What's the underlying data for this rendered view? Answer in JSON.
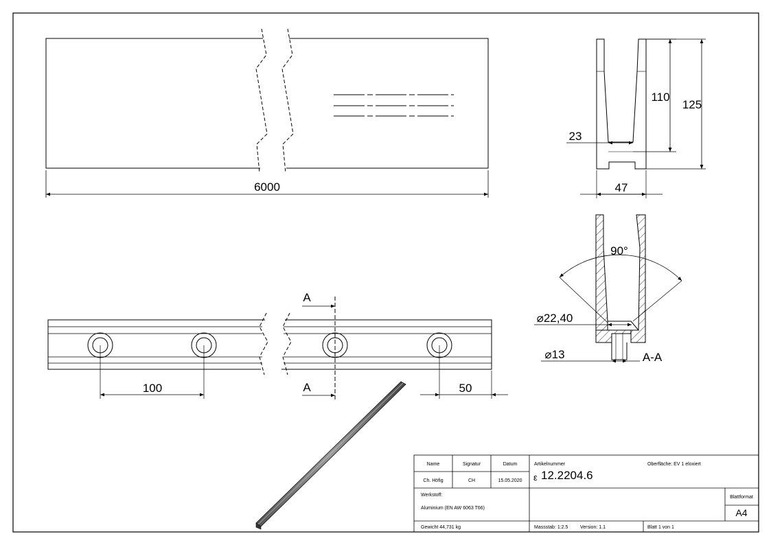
{
  "views": {
    "top": {
      "length_label": "6000"
    },
    "end": {
      "height_inner": "110",
      "height_total": "125",
      "slot_width": "23",
      "width": "47"
    },
    "section": {
      "angle": "90°",
      "dia_large": "⌀22,40",
      "dia_small": "⌀13",
      "section_label": "A-A",
      "cut_label_top": "A",
      "cut_label_bottom": "A"
    },
    "side": {
      "pitch": "100",
      "edge": "50"
    }
  },
  "title_block": {
    "headers": {
      "name": "Name",
      "signature": "Signatur",
      "date": "Datum"
    },
    "name": "Ch. Höfig",
    "signature": "CH",
    "date": "15.05.2020",
    "article_label": "Artikelnummer",
    "article_prefix": "ε",
    "article_number": "12.2204.6",
    "surface": "Oberfläche:  EV 1 eloxiert",
    "material_label": "Werkstoff:",
    "material": "Aluminium (EN AW 6063 T66)",
    "format_label": "Blattformat",
    "format": "A4",
    "weight": "Gewicht 44,731 kg",
    "scale": "Massstab: 1:2.5",
    "version": "Version: 1.1",
    "sheet": "Blatt 1 von 1"
  }
}
